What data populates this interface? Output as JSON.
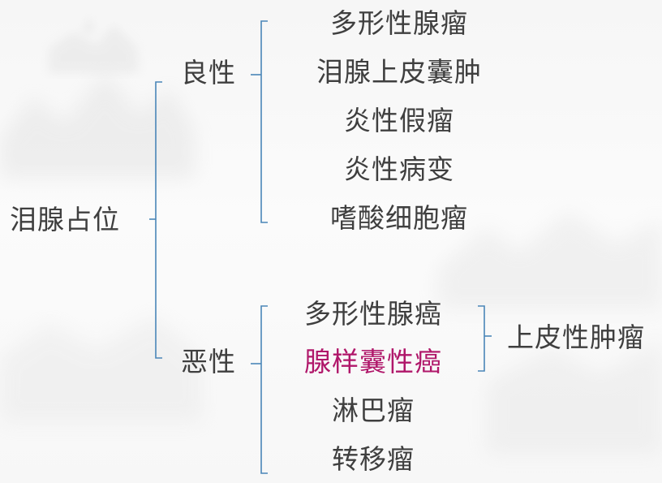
{
  "diagram": {
    "root": "泪腺占位",
    "branches": [
      {
        "label": "良性",
        "items": [
          "多形性腺瘤",
          "泪腺上皮囊肿",
          "炎性假瘤",
          "炎性病变",
          "嗜酸细胞瘤"
        ]
      },
      {
        "label": "恶性",
        "items": [
          "多形性腺癌",
          "腺样囊性癌",
          "淋巴瘤",
          "转移瘤"
        ],
        "highlighted_item": "腺样囊性癌",
        "group_label": "上皮性肿瘤",
        "group_members": [
          "多形性腺癌",
          "腺样囊性癌"
        ]
      }
    ]
  },
  "colors": {
    "text": "#3f3f3f",
    "bracket": "#4a86b8",
    "highlight": "#b0176a"
  }
}
